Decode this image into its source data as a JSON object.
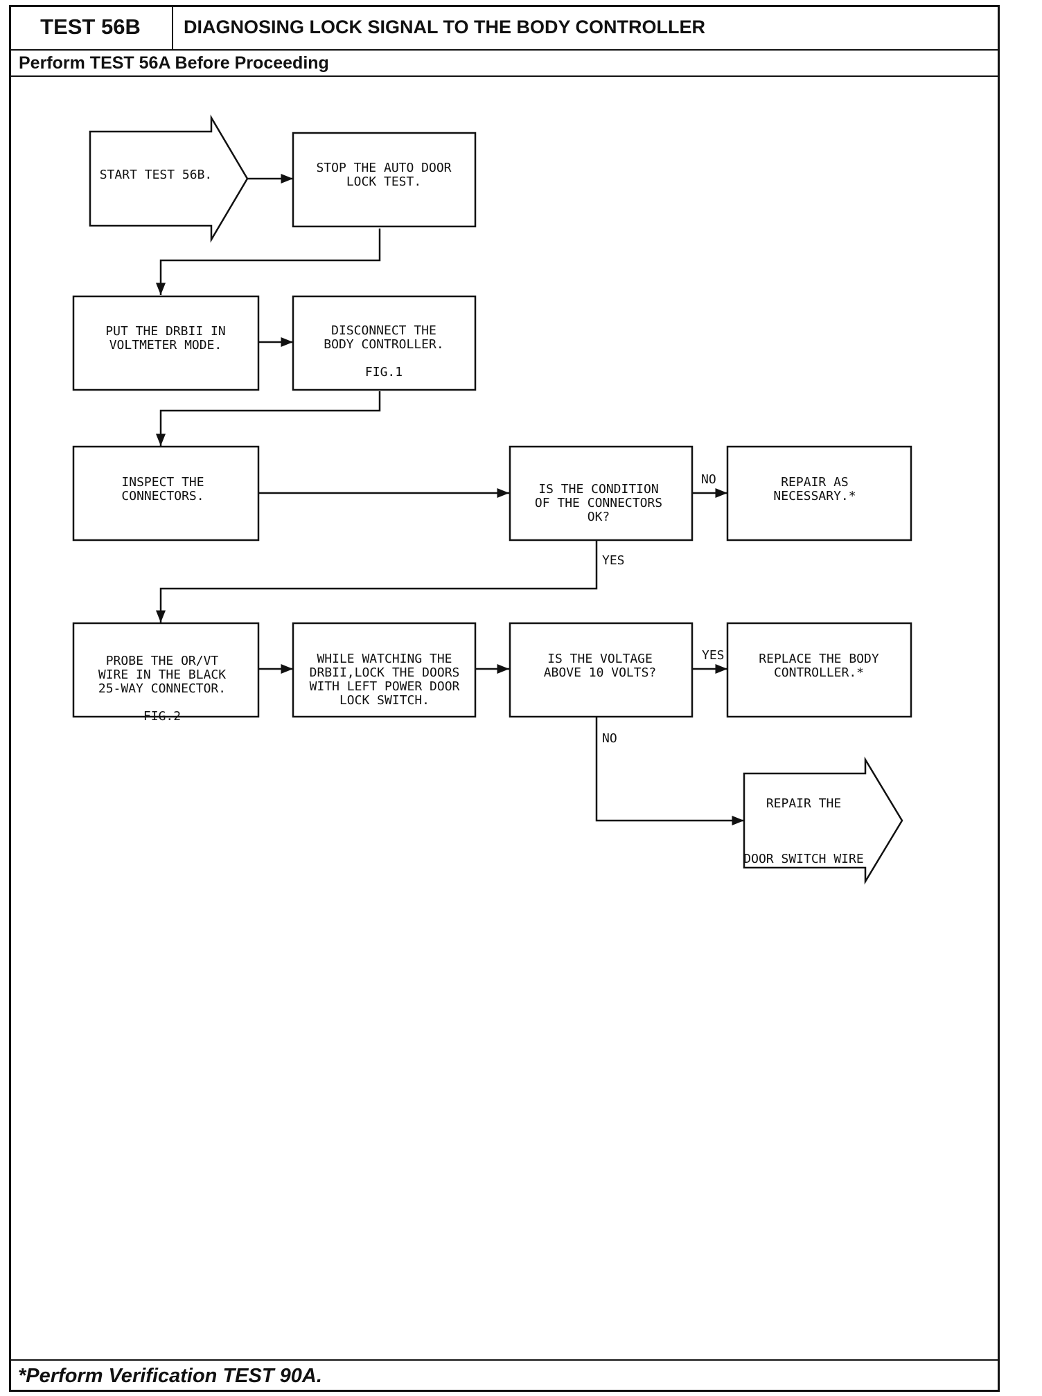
{
  "header": {
    "test_id": "TEST 56B",
    "title": "DIAGNOSING LOCK SIGNAL TO THE BODY CONTROLLER",
    "prerequisite": "Perform TEST 56A Before Proceeding"
  },
  "nodes": {
    "start": [
      "START TEST 56B."
    ],
    "stop_auto": [
      "STOP THE AUTO DOOR",
      "LOCK TEST."
    ],
    "voltmeter": [
      "PUT THE DRBII IN",
      "VOLTMETER MODE."
    ],
    "disconnect": [
      "DISCONNECT THE",
      "BODY CONTROLLER.",
      "",
      "FIG.1"
    ],
    "inspect": [
      "INSPECT THE",
      "CONNECTORS."
    ],
    "condition": [
      "IS THE CONDITION",
      "OF THE CONNECTORS",
      "OK?"
    ],
    "repair_nec": [
      "REPAIR AS",
      "NECESSARY.*"
    ],
    "probe": [
      "PROBE THE OR/VT",
      "WIRE IN THE BLACK",
      "25-WAY CONNECTOR.",
      "",
      "FIG.2"
    ],
    "watching": [
      "WHILE WATCHING THE",
      "DRBII,LOCK THE DOORS",
      "WITH LEFT POWER DOOR",
      "LOCK SWITCH."
    ],
    "voltage": [
      "IS THE VOLTAGE",
      "ABOVE 10 VOLTS?"
    ],
    "replace": [
      "REPLACE THE BODY",
      "CONTROLLER.*"
    ],
    "repair_wire": [
      "REPAIR THE",
      "",
      "DOOR SWITCH WIRE"
    ]
  },
  "edge_labels": {
    "condition_no": "NO",
    "condition_yes": "YES",
    "voltage_yes": "YES",
    "voltage_no": "NO"
  },
  "footer": {
    "footnote": "*Perform Verification TEST 90A."
  }
}
